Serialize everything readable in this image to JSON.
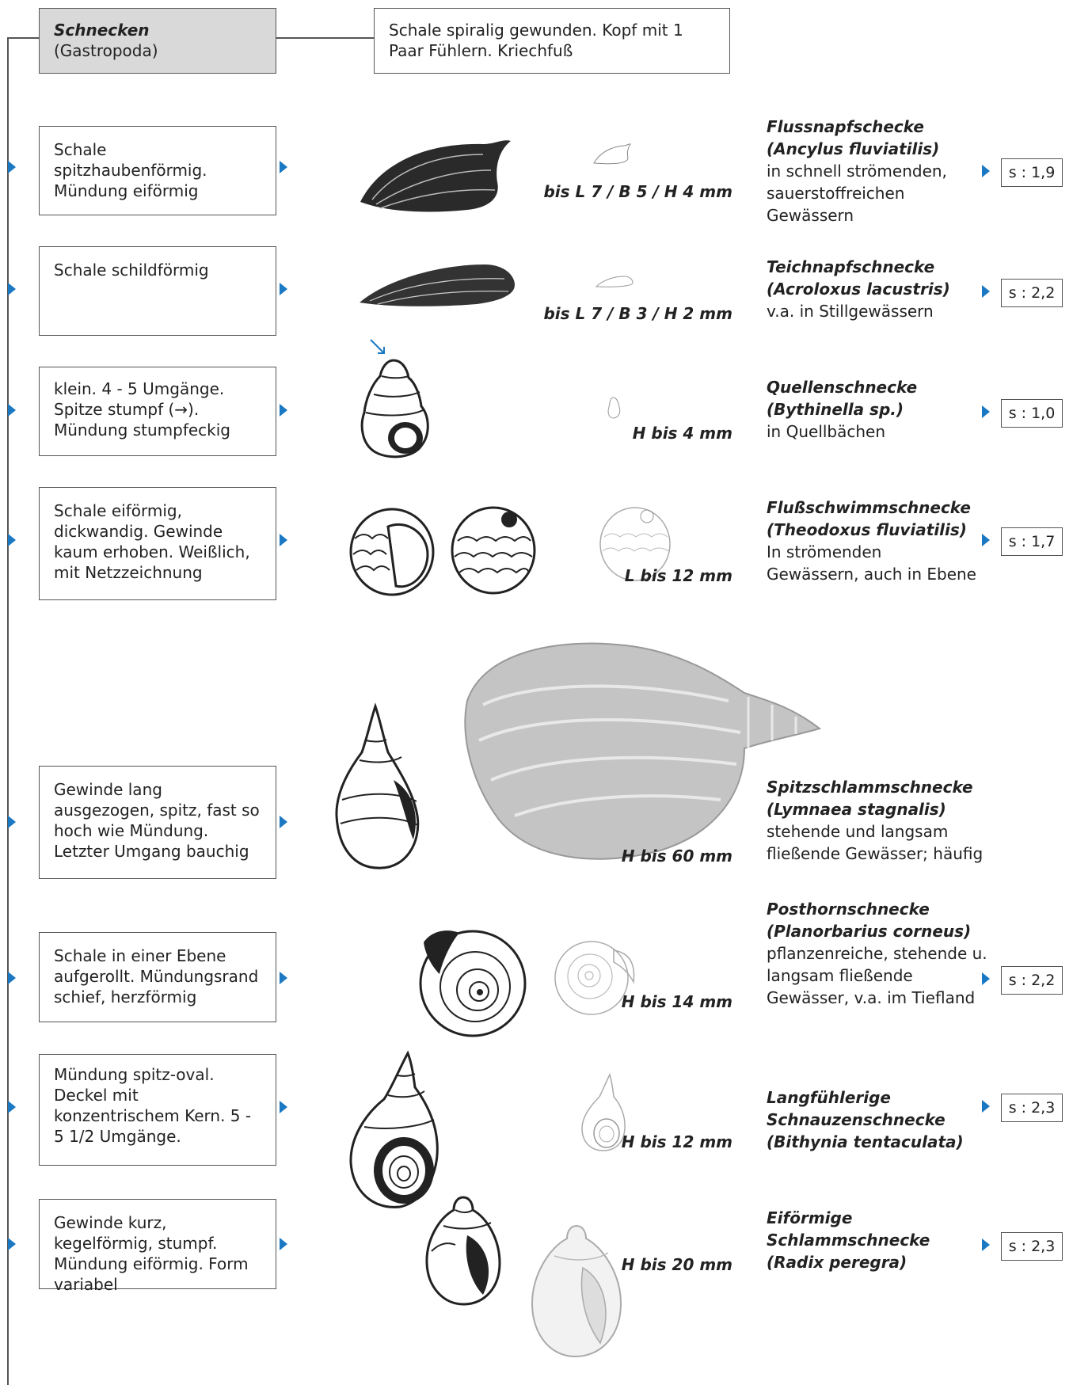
{
  "header": {
    "title": "Schnecken",
    "subtitle": "(Gastropoda)",
    "description": "Schale spiralig gewunden. Kopf mit 1 Paar Fühlern. Kriechfuß"
  },
  "rows": [
    {
      "key_text": "Schale spitzhaubenförmig. Mündung eiförmig",
      "size": "bis L 7 / B 5 / H 4 mm",
      "name_common": "Flussnapfschecke",
      "name_latin": "(Ancylus fluviatilis)",
      "habitat": "in schnell strömenden, sauerstoffreichen Gewässern",
      "score": "s : 1,9"
    },
    {
      "key_text": "Schale schildförmig",
      "size": "bis L 7 / B 3 / H 2 mm",
      "name_common": "Teichnapfschnecke",
      "name_latin": "(Acroloxus lacustris)",
      "habitat": "v.a. in Stillgewässern",
      "score": "s : 2,2"
    },
    {
      "key_text": "klein. 4 - 5 Umgänge. Spitze stumpf (→). Mündung stumpfeckig",
      "size": "H bis 4 mm",
      "name_common": "Quellenschnecke",
      "name_latin": "(Bythinella sp.)",
      "habitat": "in Quellbächen",
      "score": "s : 1,0"
    },
    {
      "key_text": "Schale eiförmig, dickwandig. Gewinde kaum erhoben. Weißlich, mit Netzzeichnung",
      "size": "L bis 12 mm",
      "name_common": "Flußschwimmschnecke",
      "name_latin": "(Theodoxus fluviatilis)",
      "habitat": "In strömenden Gewässern, auch in Ebene",
      "score": "s : 1,7"
    },
    {
      "key_text": "Gewinde lang ausgezogen, spitz, fast so hoch wie Mündung. Letzter Umgang bauchig",
      "size": "H bis 60 mm",
      "name_common": "Spitzschlammschnecke",
      "name_latin": "(Lymnaea stagnalis)",
      "habitat": "stehende und langsam fließende Gewässer; häufig",
      "score": ""
    },
    {
      "key_text": "Schale in einer Ebene aufgerollt. Mündungsrand schief, herzförmig",
      "size": "H bis 14 mm",
      "name_common": "Posthornschnecke",
      "name_latin": "(Planorbarius corneus)",
      "habitat": "pflanzenreiche, stehende u. langsam fließende Gewässer, v.a. im Tiefland",
      "score": "s : 2,2"
    },
    {
      "key_text": "Mündung spitz-oval. Deckel mit konzentrischem Kern. 5 - 5 1/2 Umgänge.",
      "size": "H bis 12 mm",
      "name_common": "Langfühlerige Schnauzenschnecke",
      "name_latin": "(Bithynia tentaculata)",
      "habitat": "",
      "score": "s : 2,3"
    },
    {
      "key_text": "Gewinde kurz, kegelförmig, stumpf. Mündung eiförmig. Form variabel",
      "size": "H bis 20 mm",
      "name_common": "Eiförmige Schlammschnecke",
      "name_latin": "(Radix peregra)",
      "habitat": "",
      "score": "s : 2,3"
    }
  ],
  "colors": {
    "arrow": "#1b78c2",
    "header_fill": "#d9d9d9",
    "illustration_dark": "#222222",
    "illustration_light": "#9a9a9a"
  }
}
